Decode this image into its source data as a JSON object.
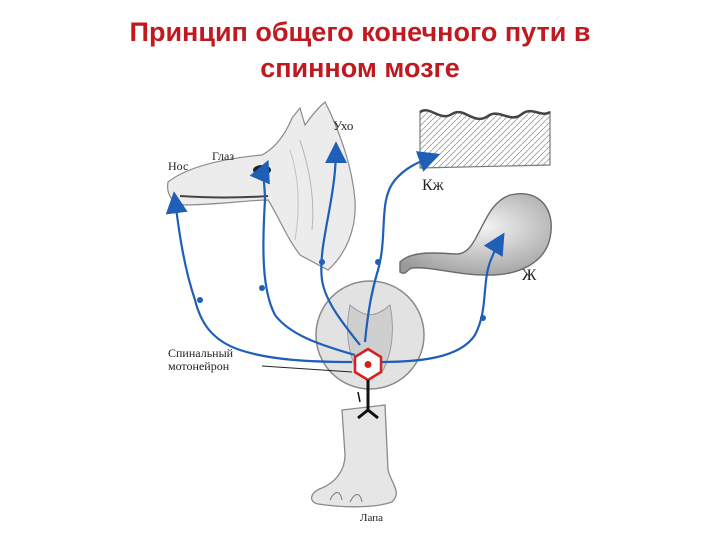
{
  "title": {
    "line1": "Принцип общего конечного пути  в",
    "line2": "спинном мозге"
  },
  "labels": {
    "nose": "Нос",
    "eye": "Глаз",
    "ear": "Ухо",
    "skin": "Кж",
    "stomach": "Ж",
    "motoneuron_line1": "Спинальный",
    "motoneuron_line2": "мотонейрон",
    "paw": "Лапа"
  },
  "colors": {
    "title": "#c0191f",
    "pathway": "#1f5fb8",
    "neuron": "#d62020",
    "drawing": "#9a9a9a"
  }
}
